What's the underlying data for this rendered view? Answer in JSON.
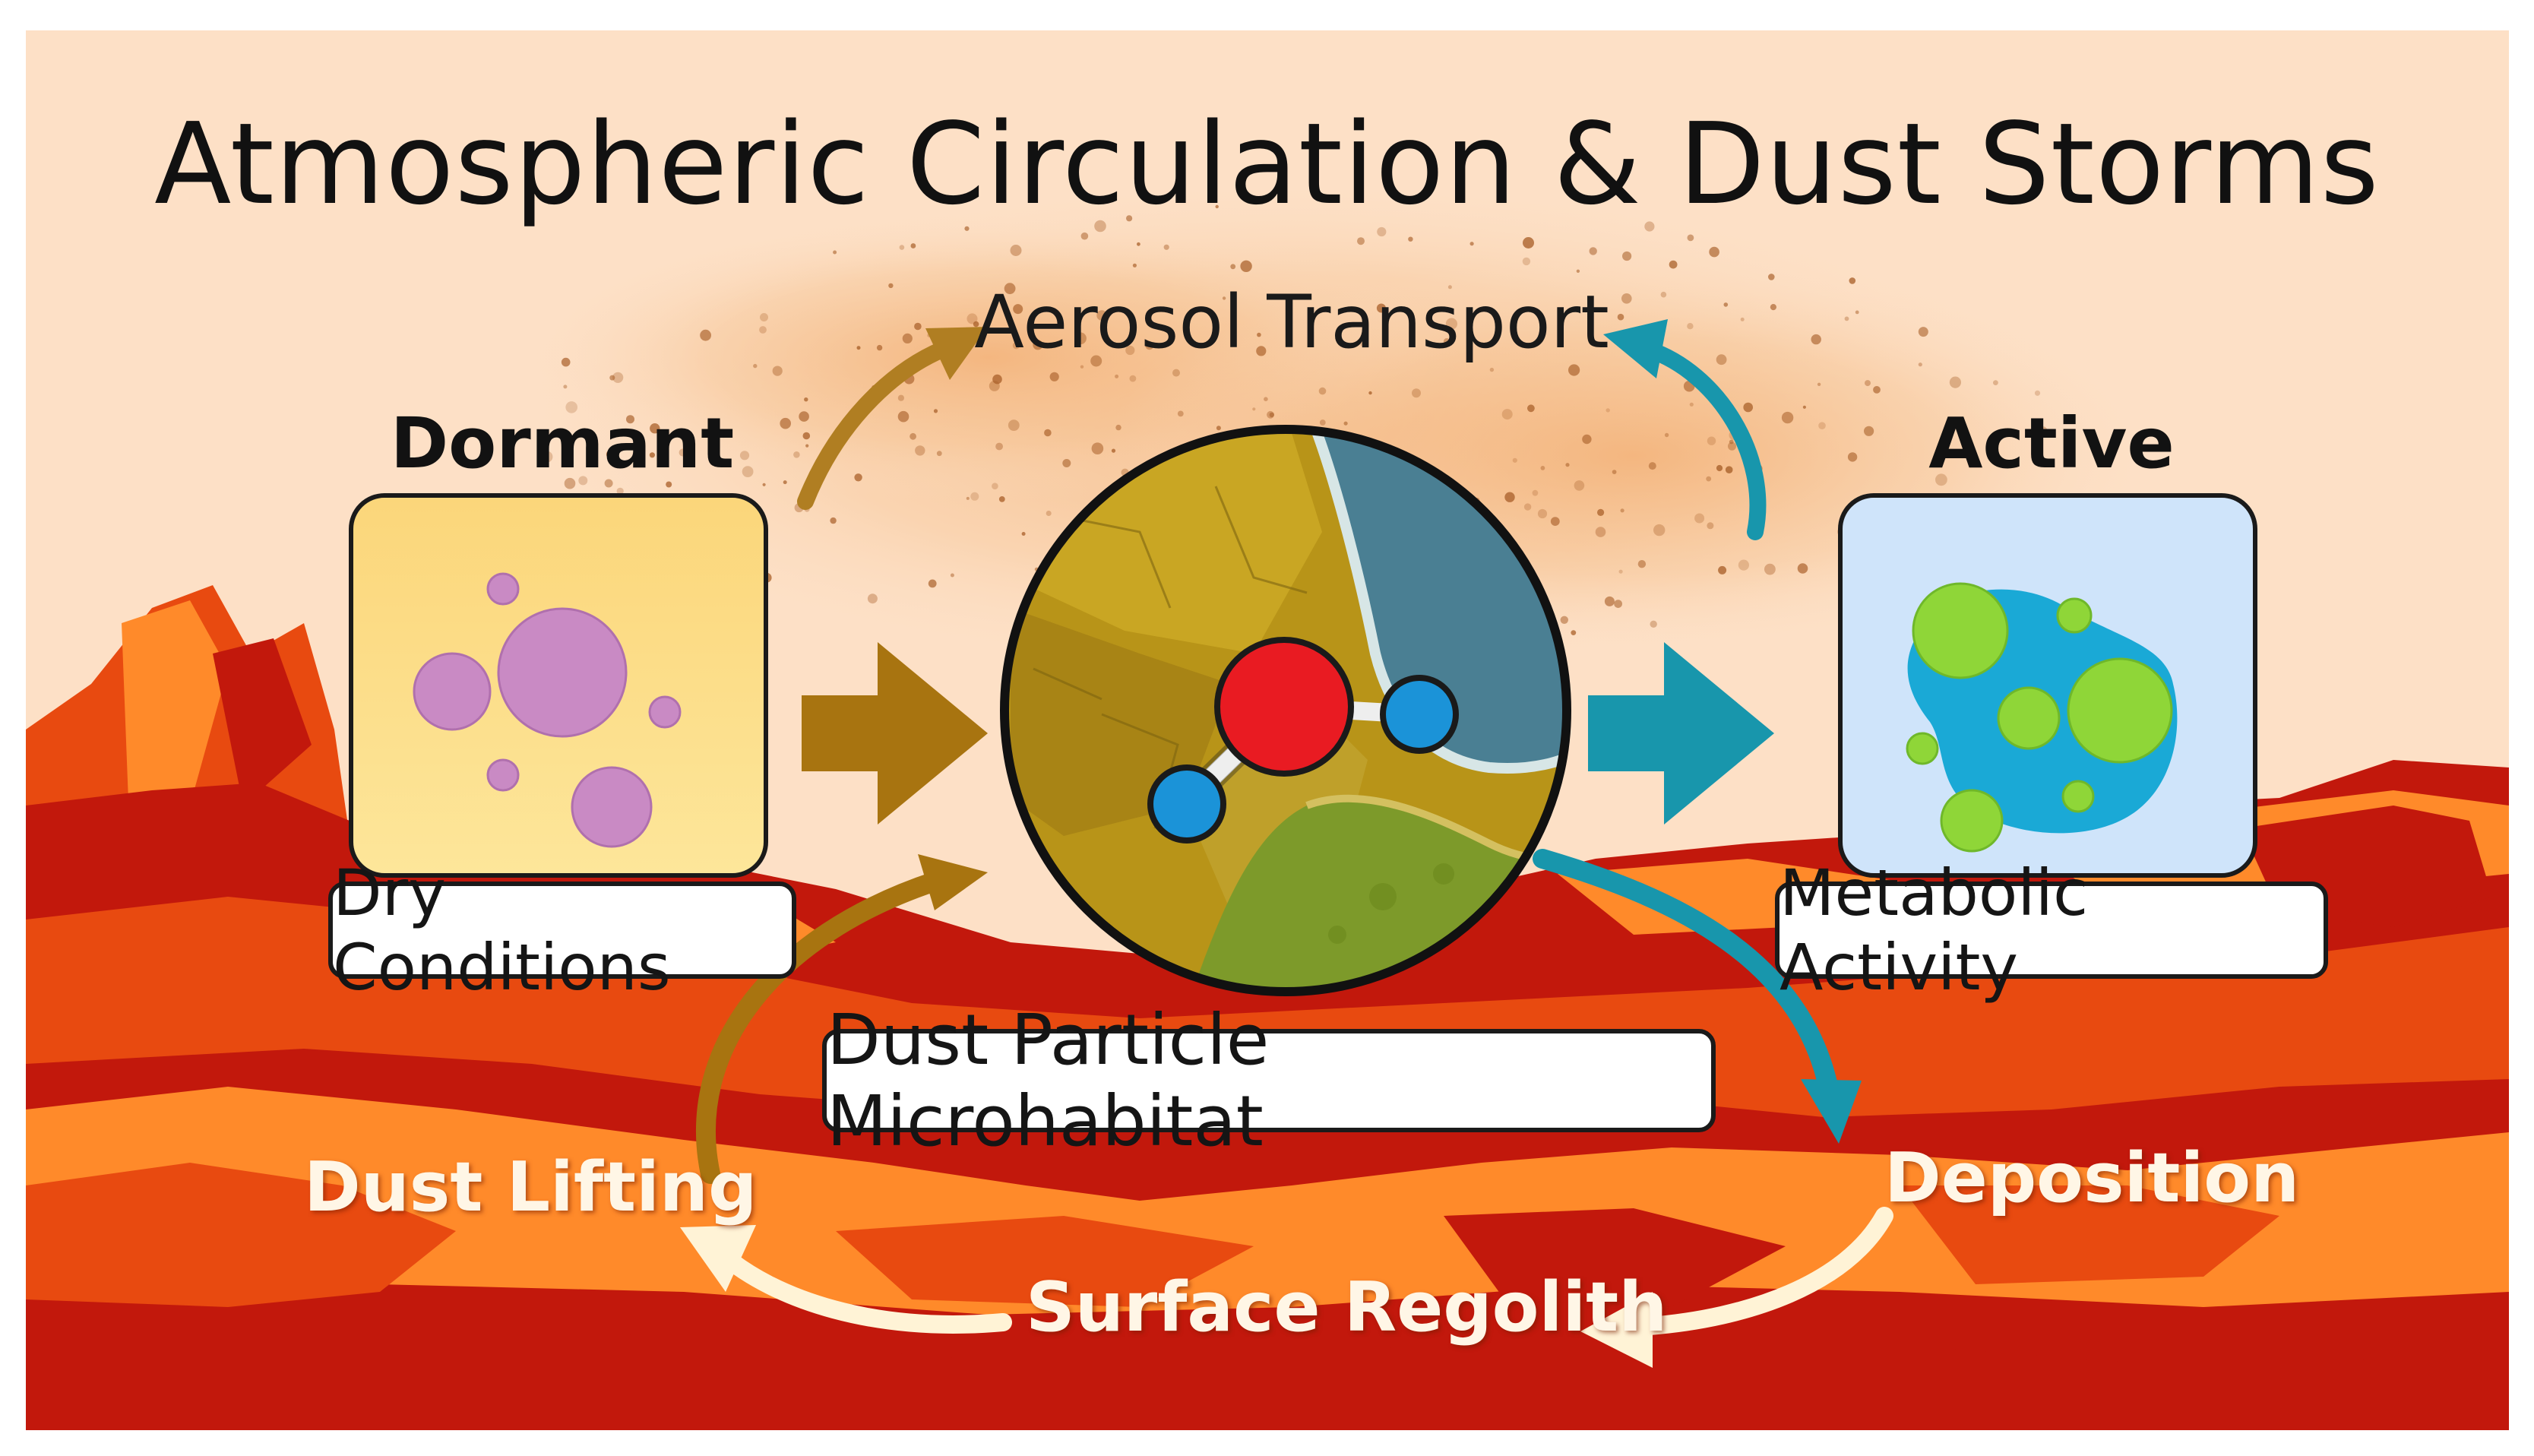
{
  "title": "Atmospheric Circulation & Dust Storms",
  "labels": {
    "aerosol_transport": "Aerosol Transport",
    "dormant": "Dormant",
    "active": "Active",
    "dry_conditions": "Dry Conditions",
    "metabolic_activity": "Metabolic Activity",
    "dust_particle": "Dust Particle Microhabitat",
    "dust_lifting": "Dust Lifting",
    "deposition": "Deposition",
    "surface_regolith": "Surface Regolith"
  },
  "colors": {
    "sky": "#fde0c6",
    "dust_cloud": "#f3b781",
    "terrain_dark": "#c2180c",
    "terrain_mid": "#e84a10",
    "terrain_light": "#ff8a2a",
    "dormant_arrow": "#a87410",
    "active_arrow": "#1896ac",
    "cycle_arrow": "#fff3d6",
    "dormant_box": "#fbe089",
    "active_box": "#cfe4fa",
    "spore": "#c98ac4",
    "cell_blue": "#1aa9d6",
    "cell_green": "#8fd638",
    "oxygen": "#e91b22",
    "hydrogen": "#1b93d8",
    "particle_yellow": "#c5a21c",
    "particle_water": "#4a7f93"
  },
  "icons": {
    "water_molecule": "water-molecule-icon",
    "spores": "spore-cluster-icon",
    "cells": "active-cells-icon"
  }
}
